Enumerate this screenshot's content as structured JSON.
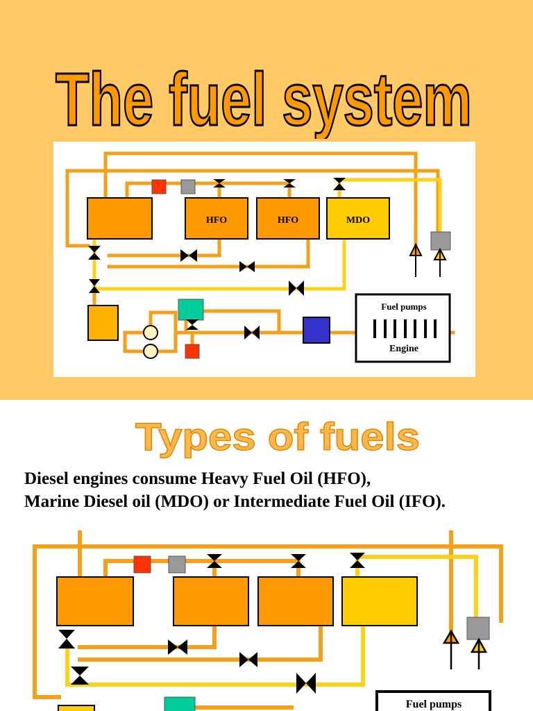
{
  "slide1": {
    "title": "The fuel system",
    "diagram": {
      "tank_labels": [
        "HFO",
        "HFO",
        "MDO"
      ],
      "engine_box_title": "Fuel pumps",
      "engine_box_label": "Engine"
    }
  },
  "slide2": {
    "title": "Types of fuels",
    "body_line_1": "Diesel engines consume Heavy Fuel Oil (HFO),",
    "body_line_2": "Marine Diesel oil (MDO) or Intermediate Fuel Oil (IFO).",
    "diagram": {
      "engine_box_title": "Fuel pumps"
    }
  },
  "colors": {
    "slide_background": "#FFC966",
    "title_fill": "#FF9900",
    "title_fill_light": "#FFB84D",
    "hfo_tank": "#FF9900",
    "mdo_tank": "#FFCC00",
    "pipe_orange": "#F5A01A",
    "pipe_yellow": "#FFD21A",
    "red_filter": "#FF3300",
    "grey_filter": "#999999",
    "green_heater": "#00CC99",
    "blue_block": "#3333CC"
  }
}
